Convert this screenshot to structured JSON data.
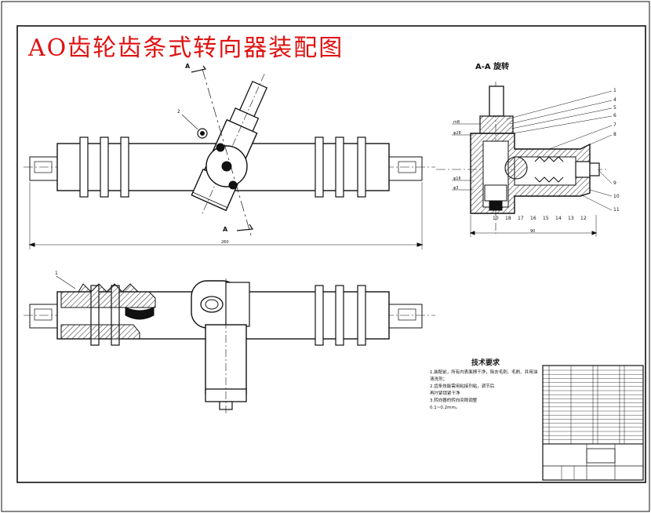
{
  "drawing": {
    "title": "AO齿轮齿条式转向器装配图",
    "section_view_label": "A-A 旋转",
    "section_marks": {
      "top": "A",
      "bottom": "A"
    },
    "overall_length_dim": "260",
    "section_width_dim": "90"
  },
  "callouts": {
    "left_view_top": "2",
    "left_view_bottom": "1",
    "section_right": [
      "1",
      "4",
      "5",
      "6",
      "7",
      "8",
      "9",
      "10",
      "11"
    ],
    "section_bottom": [
      "10",
      "18",
      "17",
      "16",
      "15",
      "14",
      "13",
      "12"
    ]
  },
  "section_dims": [
    "m8",
    "φ28",
    "φ16",
    "φ3"
  ],
  "tech_requirements": {
    "title": "技术要求",
    "items": [
      "1.装配前，所有内表面擦干净，除去毛刺、毛刷、并用油清洗剂；",
      "2.齿条技能需用粘接剂粘，调节后",
      "  再拧紧锁紧干净",
      "3.转向器的转向间隙调整",
      "  0.1~0.2mm。"
    ]
  },
  "colors": {
    "title": "#e01010",
    "line": "#111111",
    "hatch": "#333333",
    "paper": "#ffffff"
  }
}
